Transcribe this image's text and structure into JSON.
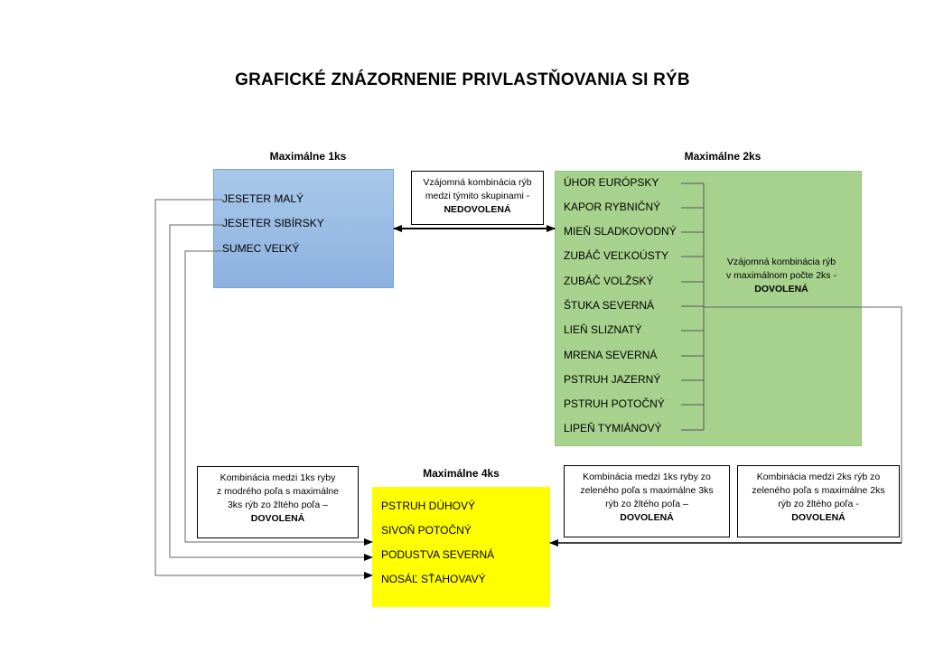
{
  "title": "GRAFICKÉ ZNÁZORNENIE PRIVLASTŇOVANIA SI RÝB",
  "groups": {
    "blue": {
      "label": "Maximálne 1ks",
      "color": "#9dbde6",
      "fish": [
        "JESETER MALÝ",
        "JESETER SIBÍRSKY",
        "SUMEC VEĽKÝ"
      ]
    },
    "green": {
      "label": "Maximálne 2ks",
      "color": "#a7d28d",
      "fish": [
        "ÚHOR EURÓPSKY",
        "KAPOR RYBNIČNÝ",
        "MIEŇ SLADKOVODNÝ",
        "ZUBÁČ VEĽKOÚSTY",
        "ZUBÁČ VOLŽSKÝ",
        "ŠTUKA SEVERNÁ",
        "LIEŇ SLIZNATÝ",
        "MRENA SEVERNÁ",
        "PSTRUH JAZERNÝ",
        "PSTRUH POTOČNÝ",
        "LIPEŇ TYMIÁNOVÝ"
      ],
      "note": {
        "lines": [
          "Vzájomná kombinácia rýb",
          "v maximálnom počte 2ks  -"
        ],
        "verdict": "DOVOLENÁ"
      }
    },
    "yellow": {
      "label": "Maximálne 4ks",
      "color": "#ffff00",
      "fish": [
        "PSTRUH DÚHOVÝ",
        "SIVOŇ POTOČNÝ",
        "PODUSTVA SEVERNÁ",
        "NOSÁĽ SŤAHOVAVÝ"
      ]
    }
  },
  "notes": {
    "blue_green": {
      "lines": [
        "Vzájomná kombinácia rýb",
        "medzi týmito skupinami -"
      ],
      "verdict": "NEDOVOLENÁ"
    },
    "blue_yellow": {
      "lines": [
        "Kombinácia medzi 1ks ryby",
        "z modrého poľa s maximálne",
        "3ks rýb zo žltého poľa –"
      ],
      "verdict": "DOVOLENÁ"
    },
    "green1_yellow": {
      "lines": [
        "Kombinácia medzi 1ks ryby zo",
        "zeleného poľa s maximálne 3ks",
        "rýb zo žltého poľa –"
      ],
      "verdict": "DOVOLENÁ"
    },
    "green2_yellow": {
      "lines": [
        "Kombinácia medzi 2ks rýb zo",
        "zeleného poľa s maximálne 2ks",
        "rýb zo žltého poľa -"
      ],
      "verdict": "DOVOLENÁ"
    }
  }
}
